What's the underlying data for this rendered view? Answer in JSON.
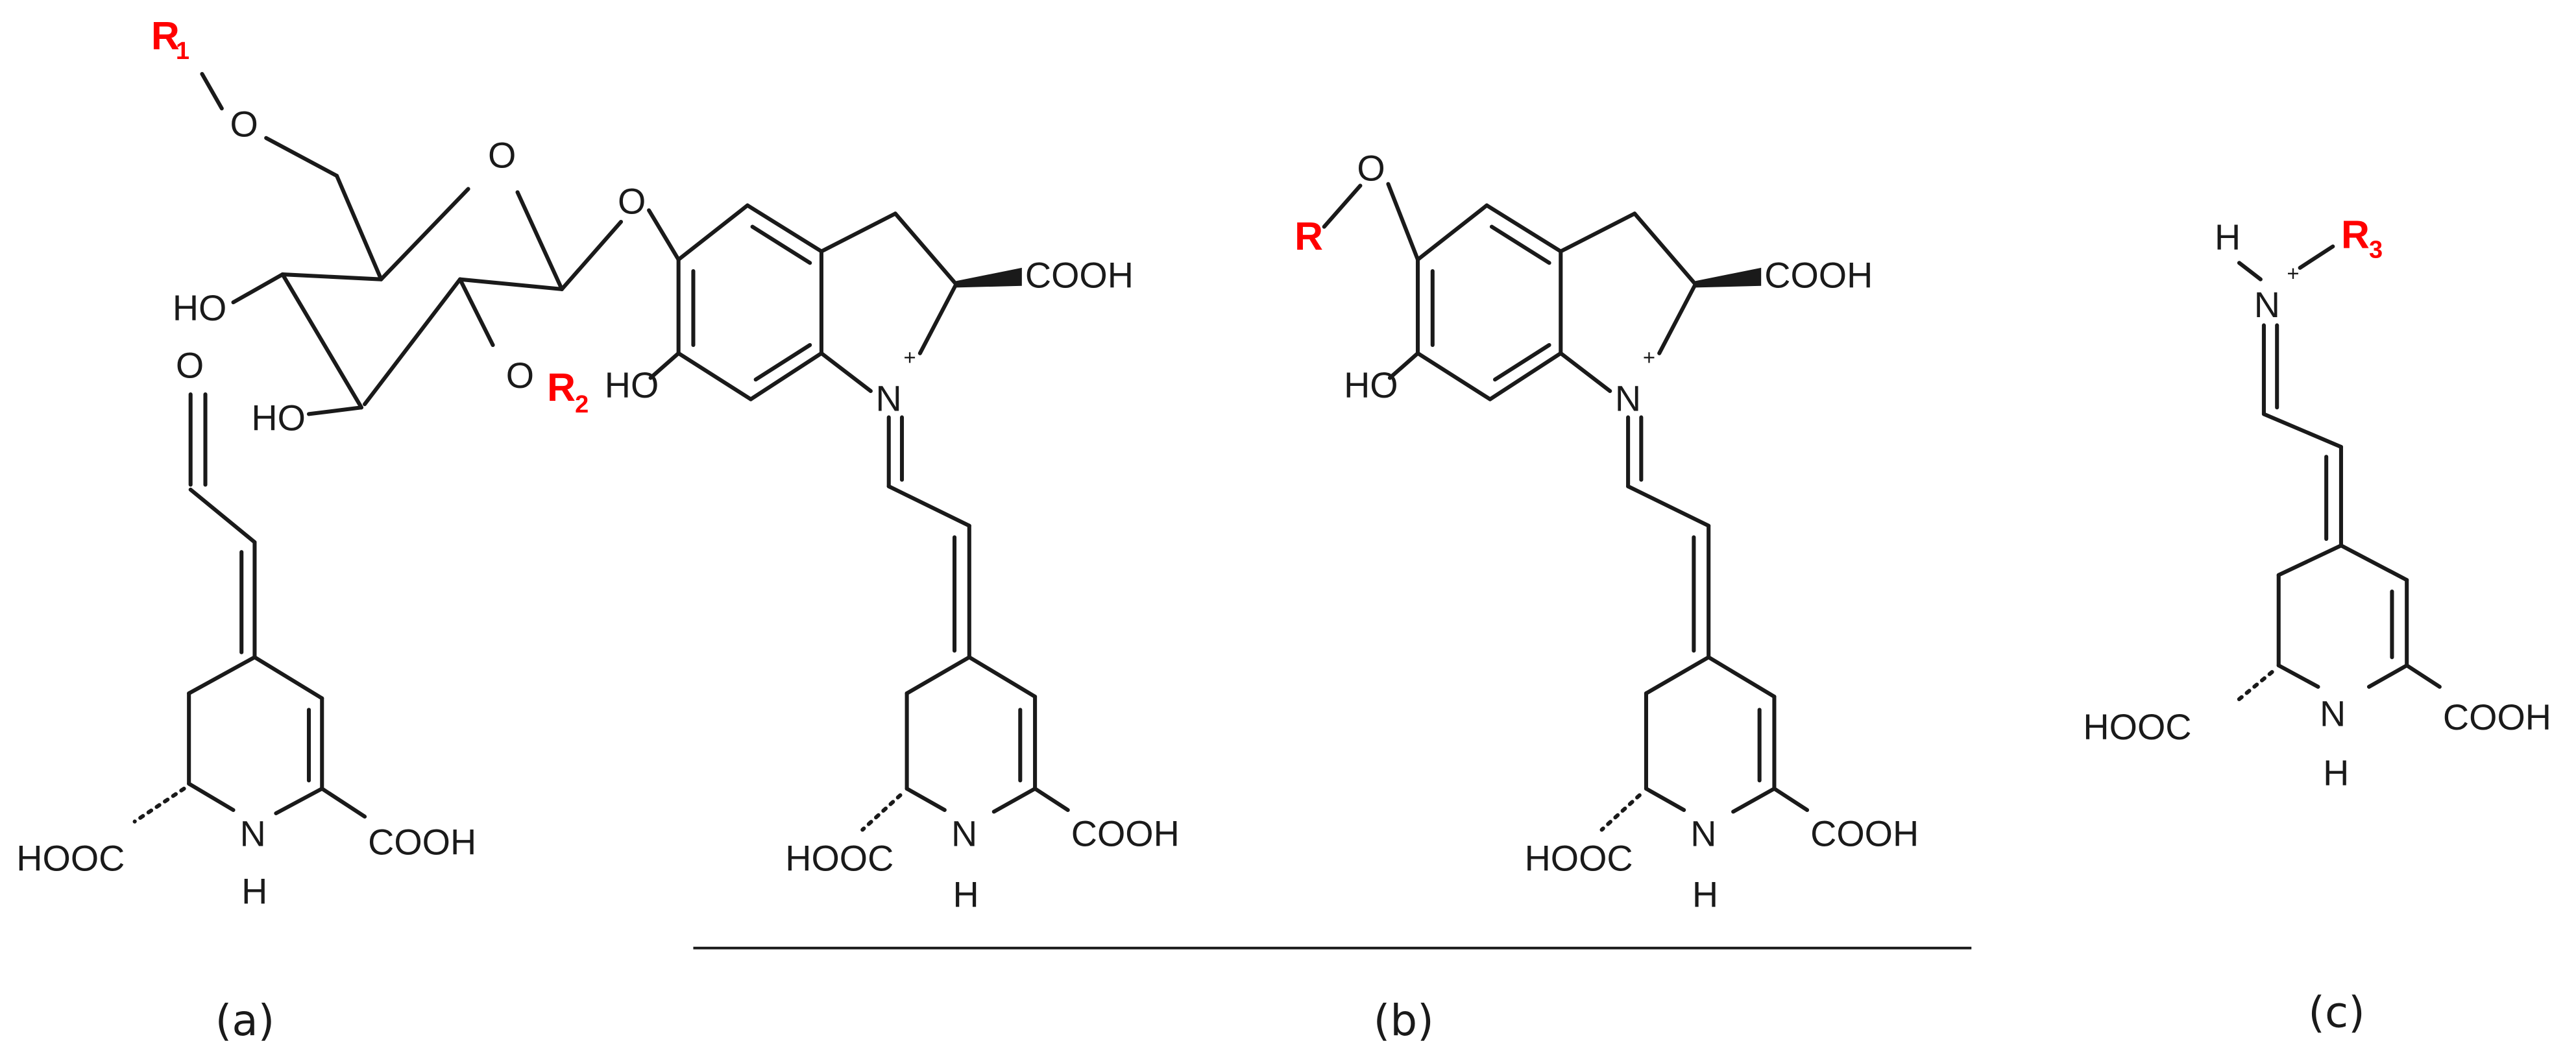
{
  "figure": {
    "colors": {
      "bond": "#1a1a1a",
      "substituent": "#ff0000",
      "background": "#ffffff"
    },
    "panels": [
      {
        "id": "a",
        "caption": "(a)",
        "labels": {
          "aldehyde_o": "O",
          "hooc": "HOOC",
          "nh_n": "N",
          "nh_h": "H",
          "cooh": "COOH"
        }
      },
      {
        "id": "b",
        "caption": "(b)",
        "left_structure": {
          "r1": "R",
          "r1_sub": "1",
          "r2": "R",
          "r2_sub": "2",
          "o_ch2": "O",
          "o_ring": "O",
          "o_link": "O",
          "o_r2": "O",
          "ho1": "HO",
          "ho2": "HO",
          "ho_ar": "HO",
          "cooh_top": "COOH",
          "n_plus": "N",
          "plus": "+",
          "hooc": "HOOC",
          "nh_n": "N",
          "nh_h": "H",
          "cooh": "COOH"
        },
        "right_structure": {
          "r": "R",
          "o": "O",
          "ho_ar": "HO",
          "cooh_top": "COOH",
          "n_plus": "N",
          "plus": "+",
          "hooc": "HOOC",
          "nh_n": "N",
          "nh_h": "H",
          "cooh": "COOH"
        }
      },
      {
        "id": "c",
        "caption": "(c)",
        "labels": {
          "h": "H",
          "n_plus": "N",
          "plus": "+",
          "r3": "R",
          "r3_sub": "3",
          "hooc": "HOOC",
          "nh_n": "N",
          "nh_h": "H",
          "cooh": "COOH"
        }
      }
    ]
  }
}
